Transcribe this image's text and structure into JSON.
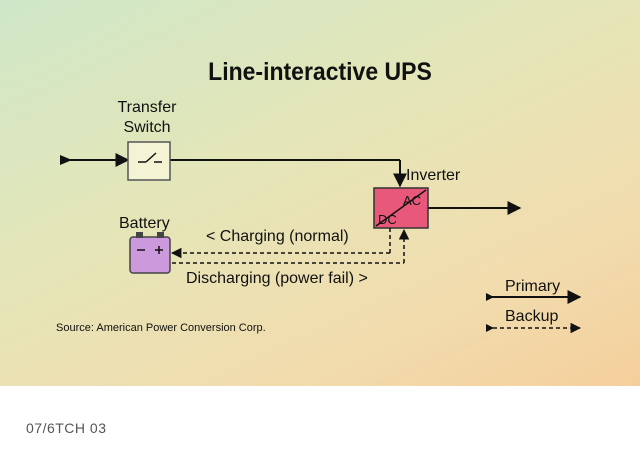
{
  "title": "Line-interactive UPS",
  "labels": {
    "transfer_switch_line1": "Transfer",
    "transfer_switch_line2": "Switch",
    "inverter": "Inverter",
    "inverter_ac": "AC",
    "inverter_dc": "DC",
    "battery": "Battery",
    "charging": "< Charging (normal)",
    "discharging": "Discharging (power fail) >"
  },
  "legend": {
    "primary": "Primary",
    "backup": "Backup"
  },
  "source": "Source: American Power Conversion Corp.",
  "figure_code": "07/6TCH 03",
  "colors": {
    "switch_fill": "#f4f4d4",
    "inverter_fill": "#e8587a",
    "battery_fill": "#cc99dd",
    "line": "#111111"
  }
}
